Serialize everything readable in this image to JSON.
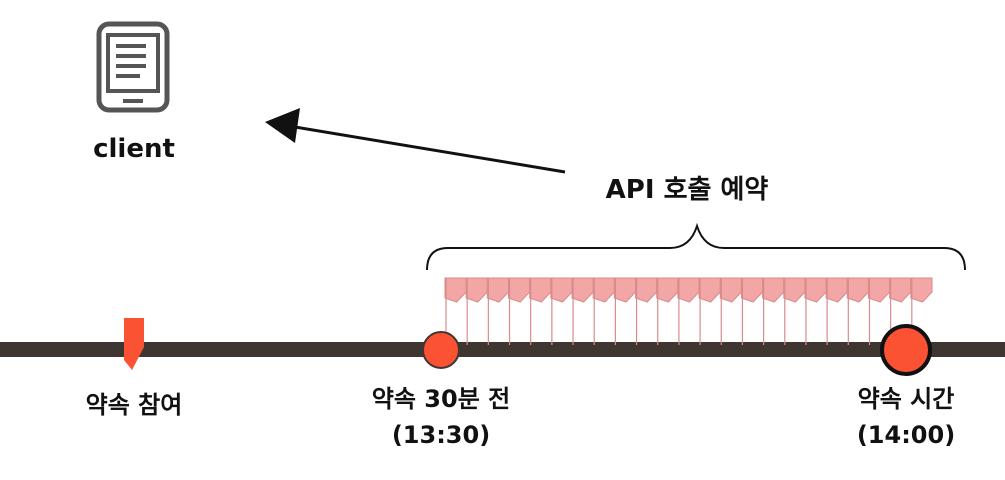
{
  "client": {
    "label": "client",
    "icon": "tablet-document-icon"
  },
  "api_call": {
    "label": "API 호출 예약",
    "arrow": "arrow-left-icon",
    "flag_count": 23,
    "flag_color": "#f2a6a6",
    "flag_stroke": "#d98b8b"
  },
  "timeline": {
    "bar_color": "#3f3631",
    "accent_color": "#fa5233",
    "join": {
      "label": "약속 참여"
    },
    "start": {
      "label": "약속 30분 전",
      "time": "(13:30)"
    },
    "end": {
      "label": "약속 시간",
      "time": "(14:00)"
    }
  }
}
